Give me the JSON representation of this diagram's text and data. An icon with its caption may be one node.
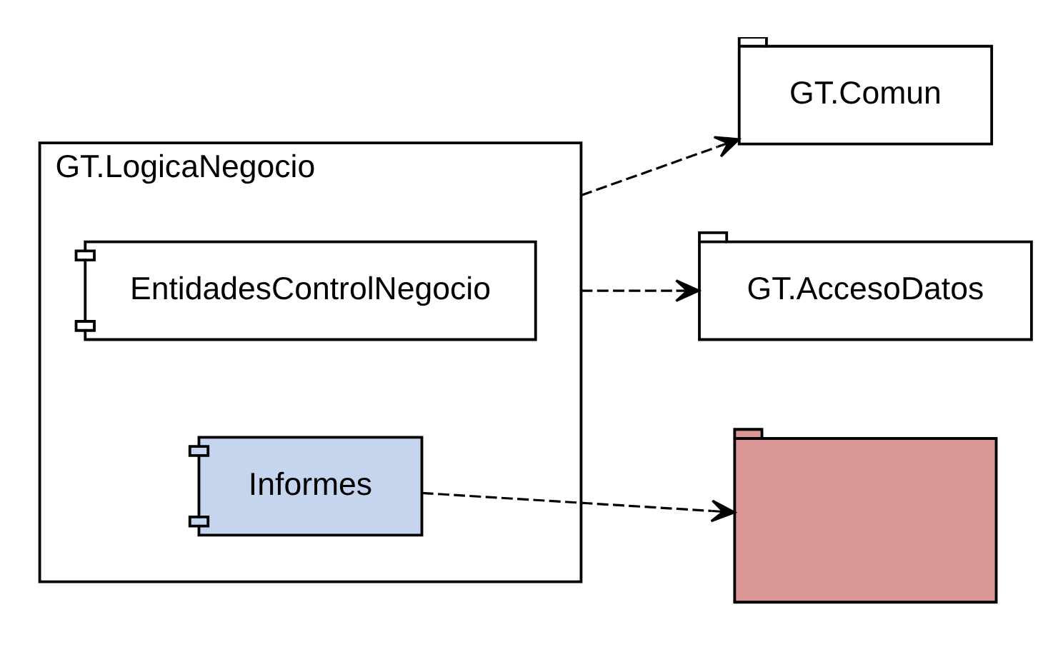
{
  "diagram": {
    "nodes": [
      {
        "text": [
          "GT.LogicaNegocio"
        ]
      },
      {
        "text": [
          "EntidadesControlNegocio"
        ],
        "in": 0
      },
      {
        "text": [
          "Informes"
        ],
        "in": 0
      },
      {
        "text": [
          "GT.Comun"
        ]
      },
      {
        "text": [
          "GT.AccesoDatos"
        ]
      },
      {
        "text": [],
        "shape": "folder"
      }
    ],
    "edges": [
      {
        "from": 0,
        "to": 3,
        "arrow": "to",
        "style": "dashed"
      },
      {
        "from": 0,
        "to": 4,
        "arrow": "to",
        "style": "dashed"
      },
      {
        "from": 2,
        "to": 5,
        "arrow": "to",
        "style": "dashed"
      }
    ]
  }
}
